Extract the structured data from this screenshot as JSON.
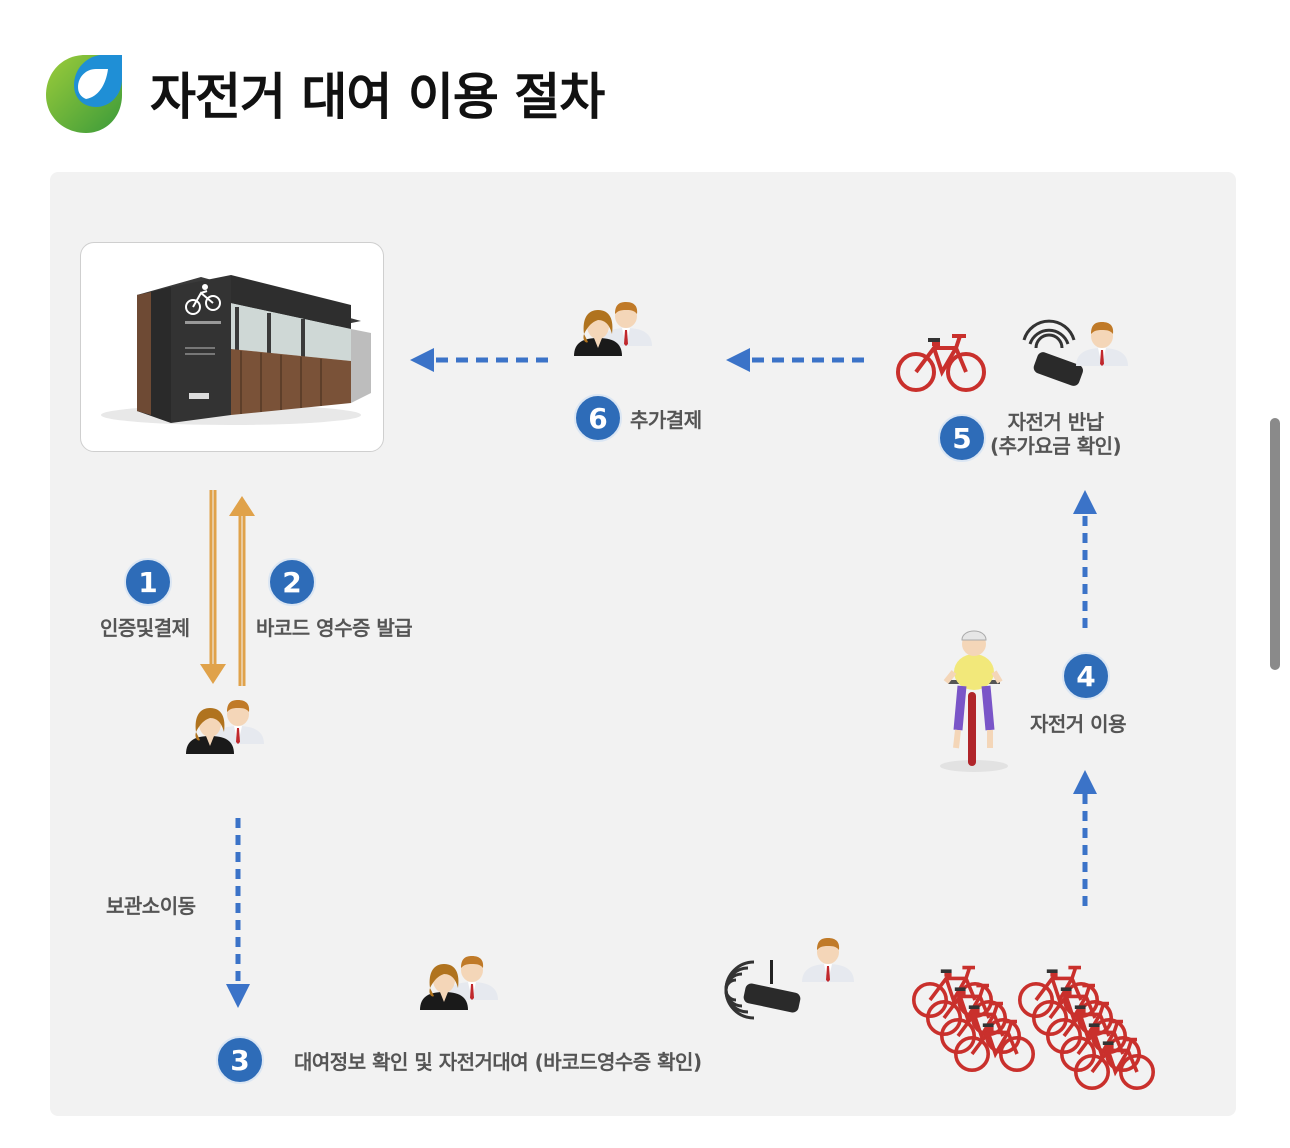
{
  "header": {
    "title": "자전거 대여 이용 절차"
  },
  "steps": [
    {
      "number": "1",
      "label": "인증및결제"
    },
    {
      "number": "2",
      "label": "바코드 영수증 발급"
    },
    {
      "number": "3",
      "label": "대여정보 확인 및 자전거대여 (바코드영수증 확인)"
    },
    {
      "number": "4",
      "label": "자전거 이용"
    },
    {
      "number": "5",
      "label_line1": "자전거 반납",
      "label_line2": "(추가요금 확인)"
    },
    {
      "number": "6",
      "label": "추가결제"
    }
  ],
  "move_label": "보관소이동",
  "icons": {
    "logo": "leaf-drop-logo-icon",
    "kiosk": "bike-rental-kiosk-icon",
    "people": "customer-and-staff-icon",
    "terminal": "wireless-terminal-icon",
    "bike": "bicycle-icon",
    "rider": "cyclist-icon",
    "bike_rack": "bicycle-rack-icon"
  },
  "colors": {
    "step_badge": "#2e6cb8",
    "dashed_arrow": "#3b73c8",
    "solid_arrow": "#e0a24a",
    "panel_bg": "#f2f2f2",
    "logo_green": "#4caf3d",
    "logo_blue": "#1f8fd6"
  }
}
